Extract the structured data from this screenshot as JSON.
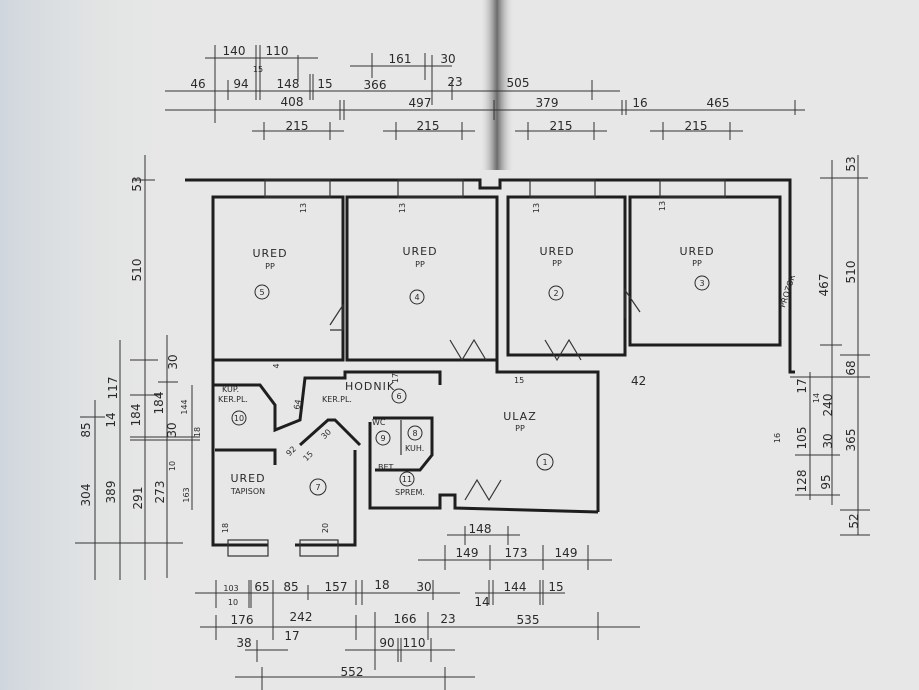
{
  "rooms": {
    "r5": {
      "name": "URED",
      "sub": "PP",
      "num": "5"
    },
    "r4": {
      "name": "URED",
      "sub": "PP",
      "num": "4"
    },
    "r2": {
      "name": "URED",
      "sub": "PP",
      "num": "2"
    },
    "r3": {
      "name": "URED",
      "sub": "PP",
      "num": "3"
    },
    "r6": {
      "name": "HODNIK",
      "sub": "KER.PL.",
      "num": "6"
    },
    "r10": {
      "name": "KUP.",
      "sub": "KER.PL.",
      "num": "10"
    },
    "r9": {
      "name": "WC",
      "num": "9"
    },
    "r8": {
      "name": "KUH.",
      "num": "8"
    },
    "r11": {
      "name": "BET.",
      "sub": "SPREM.",
      "num": "11"
    },
    "r7": {
      "name": "URED",
      "sub": "TAPISON",
      "num": "7"
    },
    "r1": {
      "name": "ULAZ",
      "sub": "PP",
      "num": "1"
    }
  },
  "window_note": "PROZOR",
  "inner_dims": [
    "13",
    "13",
    "13",
    "13",
    "4",
    "64",
    "92",
    "15",
    "30",
    "17",
    "15",
    "42",
    "18",
    "20"
  ],
  "top_dims": [
    "140",
    "110",
    "15",
    "161",
    "30",
    "46",
    "94",
    "148",
    "15",
    "366",
    "23",
    "505",
    "408",
    "497",
    "379",
    "16",
    "465",
    "215",
    "215",
    "215",
    "215"
  ],
  "bottom_dims": [
    "148",
    "149",
    "173",
    "149",
    "103",
    "10",
    "65",
    "85",
    "157",
    "18",
    "30",
    "144",
    "15",
    "14",
    "176",
    "242",
    "166",
    "23",
    "535",
    "17",
    "38",
    "90",
    "110",
    "552"
  ],
  "left_dims": [
    "304",
    "85",
    "389",
    "14",
    "117",
    "184",
    "291",
    "510",
    "53",
    "184",
    "273",
    "30",
    "30",
    "144",
    "18",
    "10",
    "163"
  ],
  "right_dims": [
    "53",
    "467",
    "510",
    "68",
    "17",
    "14",
    "240",
    "16",
    "105",
    "30",
    "365",
    "128",
    "95",
    "52"
  ]
}
